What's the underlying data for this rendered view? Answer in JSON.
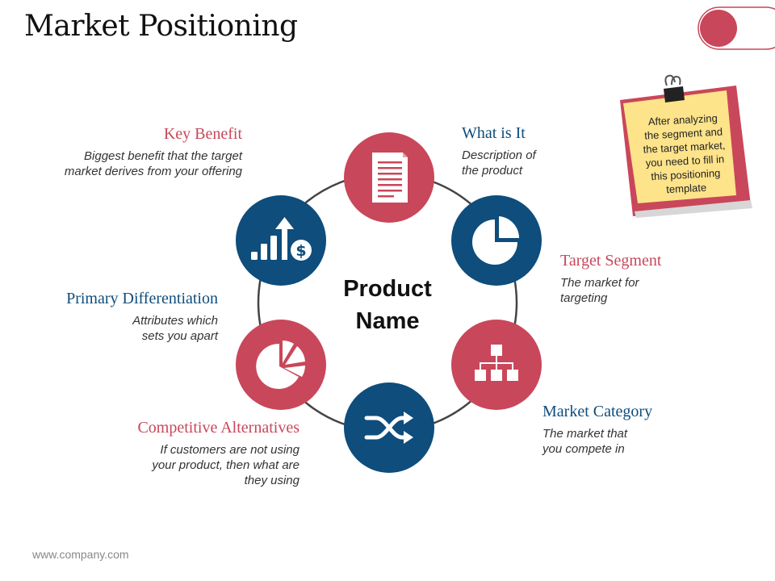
{
  "title": "Market Positioning",
  "center_label": [
    "Product",
    "Name"
  ],
  "colors": {
    "red": "#c9475a",
    "blue": "#0e4d7c",
    "ring": "#444444",
    "note": "#fde38a",
    "note_back": "#c9475a"
  },
  "segments": [
    {
      "heading": "What is It",
      "description": [
        "Description of",
        "the product"
      ],
      "icon": "document-icon",
      "color": "#c9475a"
    },
    {
      "heading": "Target Segment",
      "description": [
        "The market for",
        "targeting"
      ],
      "icon": "pie-chart-icon",
      "color": "#0e4d7c"
    },
    {
      "heading": "Market Category",
      "description": [
        "The market that",
        "you compete in"
      ],
      "icon": "org-chart-icon",
      "color": "#c9475a"
    },
    {
      "heading": "Competitive Alternatives",
      "description": [
        "If customers are not using",
        "your product, then what are",
        "they using"
      ],
      "icon": "shuffle-icon",
      "color": "#0e4d7c"
    },
    {
      "heading": "Primary Differentiation",
      "description": [
        "Attributes which",
        "sets you apart"
      ],
      "icon": "exploded-pie-icon",
      "color": "#c9475a"
    },
    {
      "heading": "Key Benefit",
      "description": [
        "Biggest benefit that the target",
        "market derives from your offering"
      ],
      "icon": "growth-dollar-icon",
      "color": "#0e4d7c"
    }
  ],
  "note": [
    "After analyzing",
    "the segment and",
    "the target market,",
    "you need to fill in",
    "this positioning",
    "template"
  ],
  "footer": "www.company.com"
}
